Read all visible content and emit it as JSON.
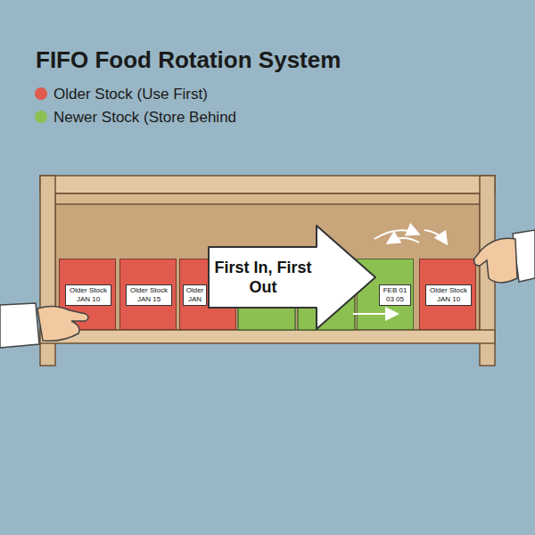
{
  "diagram": {
    "title": "FIFO Food Rotation System",
    "nodes": [
      {
        "text": [
          "Older Stock JAN 10"
        ]
      },
      {
        "text": [
          "Older Stock JAN 15"
        ]
      },
      {
        "text": [
          "Older JAN"
        ]
      },
      {
        "text": [
          "First In, First Out"
        ]
      },
      {
        "text": [
          "FEB 01 03 05"
        ]
      },
      {
        "text": [
          "Older Stock JAN 10"
        ]
      }
    ],
    "legend": [
      {
        "text": "Older Stock (Use First)",
        "color": "#e05a4e"
      },
      {
        "text": "Newer Stock (Store Behind",
        "color": "#8cc152"
      }
    ]
  }
}
